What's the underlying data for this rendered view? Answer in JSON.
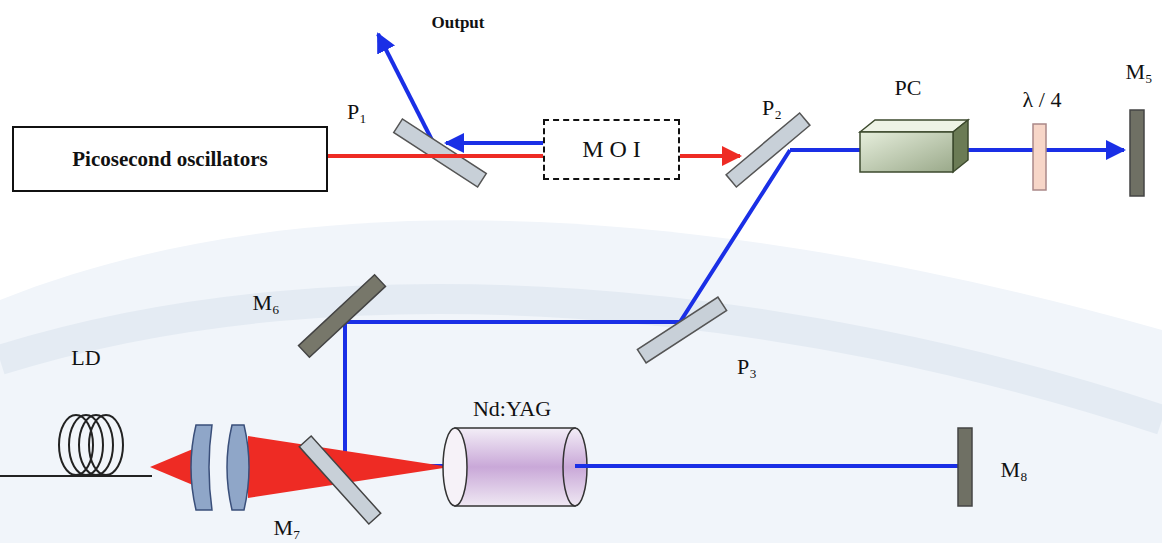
{
  "diagram": {
    "nodes": [
      {
        "text": [
          "Picosecond oscillators"
        ]
      },
      {
        "text": [
          "M O I"
        ]
      }
    ],
    "edges": [
      {
        "from": 0,
        "to": 1,
        "arrow": "none"
      }
    ],
    "labels": [
      "Output",
      "P₁",
      "P₂",
      "PC",
      "λ / 4",
      "M₅",
      "M₆",
      "P₃",
      "LD",
      "Nd:YAG",
      "M₈",
      "M₇"
    ]
  }
}
